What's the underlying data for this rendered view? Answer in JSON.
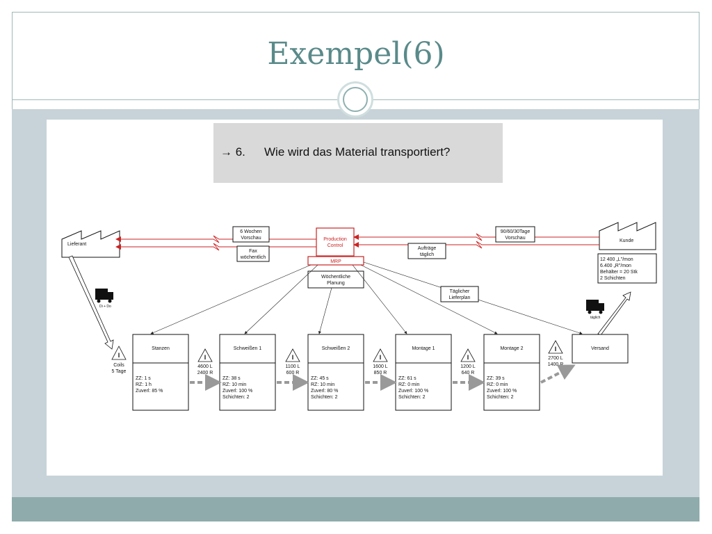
{
  "slide": {
    "title": "Exempel(6)"
  },
  "question": {
    "number": "→ 6.",
    "text": "Wie wird das Material transportiert?"
  },
  "diagram": {
    "supplier": "Lieferant",
    "customer": "Kunde",
    "production_control": [
      "Production",
      "Control"
    ],
    "mrp": "MRP",
    "weekly_planning": [
      "Wöchentliche",
      "Planung"
    ],
    "supplier_forecast": [
      "6 Wochen",
      "Vorschau"
    ],
    "supplier_fax": [
      "Fax",
      "wöchentlich"
    ],
    "customer_forecast": [
      "90/60/30Tage",
      "Vorschau"
    ],
    "customer_orders": [
      "Aufträge",
      "täglich"
    ],
    "daily_plan": [
      "Täglicher",
      "Lieferplan"
    ],
    "customer_data": [
      "12 400 „L\"/mon",
      "6.400 „R\"/mon",
      "Behälter = 20 Stk",
      "2 Schichten"
    ],
    "truck_in_label": "Di + Do",
    "truck_out_label": "täglich",
    "raw_inventory": [
      "Coils",
      "5 Tage"
    ],
    "processes": [
      {
        "name": "Stanzen",
        "data": [
          "ZZ: 1 s",
          "RZ: 1 h",
          "Zuverl: 85 %"
        ]
      },
      {
        "name": "Schweißen 1",
        "data": [
          "ZZ: 38 s",
          "RZ: 10 min",
          "Zuverl: 100 %",
          "Schichten: 2"
        ]
      },
      {
        "name": "Schweißen 2",
        "data": [
          "ZZ: 45 s",
          "RZ: 10 min",
          "Zuverl: 80 %",
          "Schichten: 2"
        ]
      },
      {
        "name": "Montage 1",
        "data": [
          "ZZ: 61 s",
          "RZ: 0 min",
          "Zuverl: 100 %",
          "Schichten: 2"
        ]
      },
      {
        "name": "Montage 2",
        "data": [
          "ZZ: 39 s",
          "RZ: 0 min",
          "Zuverl: 100 %",
          "Schichten: 2"
        ]
      }
    ],
    "shipping": "Versand",
    "inventories": [
      [
        "4600 L",
        "2400 R"
      ],
      [
        "1100 L",
        "600 R"
      ],
      [
        "1600 L",
        "850 R"
      ],
      [
        "1200 L",
        "640 R"
      ],
      [
        "2700 L",
        "1400 R"
      ]
    ]
  }
}
